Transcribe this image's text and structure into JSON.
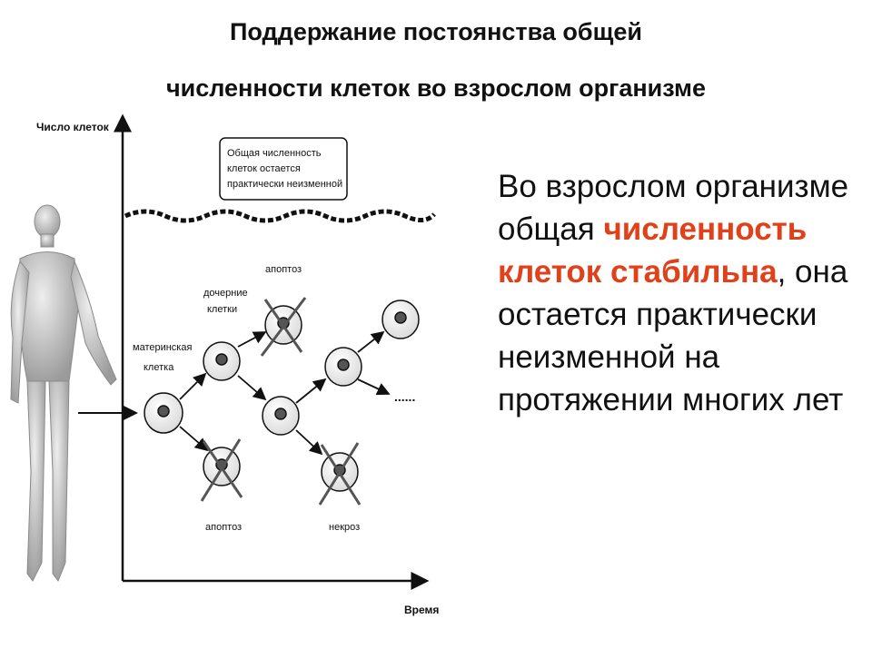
{
  "title": {
    "line1": "Поддержание постоянства общей",
    "line2": "численности клеток во взрослом организме"
  },
  "body": {
    "part1": "Во взрослом организме общая ",
    "highlight": "численность клеток стабильна",
    "part2": ", она остается практически неизменной на протяжении многих лет",
    "highlight_color": "#e0401a"
  },
  "diagram": {
    "y_axis_label": "Число клеток",
    "x_axis_label": "Время",
    "note": [
      "Общая численность",
      "клеток остается",
      "практически неизменной"
    ],
    "labels": {
      "mother_cell": [
        "материнская",
        "клетка"
      ],
      "daughter_cells": [
        "дочерние",
        "клетки"
      ],
      "apoptosis_top": "апоптоз",
      "apoptosis_bottom": "апоптоз",
      "necrosis": "некроз"
    },
    "continuation": "......"
  }
}
